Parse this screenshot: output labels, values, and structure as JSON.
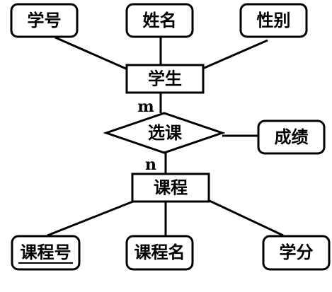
{
  "diagram": {
    "entities": {
      "student": "学生",
      "course": "课程"
    },
    "relationship": {
      "enroll": "选课"
    },
    "attributes": {
      "student_id": "学号",
      "name": "姓名",
      "gender": "性别",
      "grade": "成绩",
      "course_id": "课程号",
      "course_name": "课程名",
      "credit": "学分"
    },
    "cardinality": {
      "student_side": "m",
      "course_side": "n"
    },
    "primary_key_attribute": "课程号"
  }
}
